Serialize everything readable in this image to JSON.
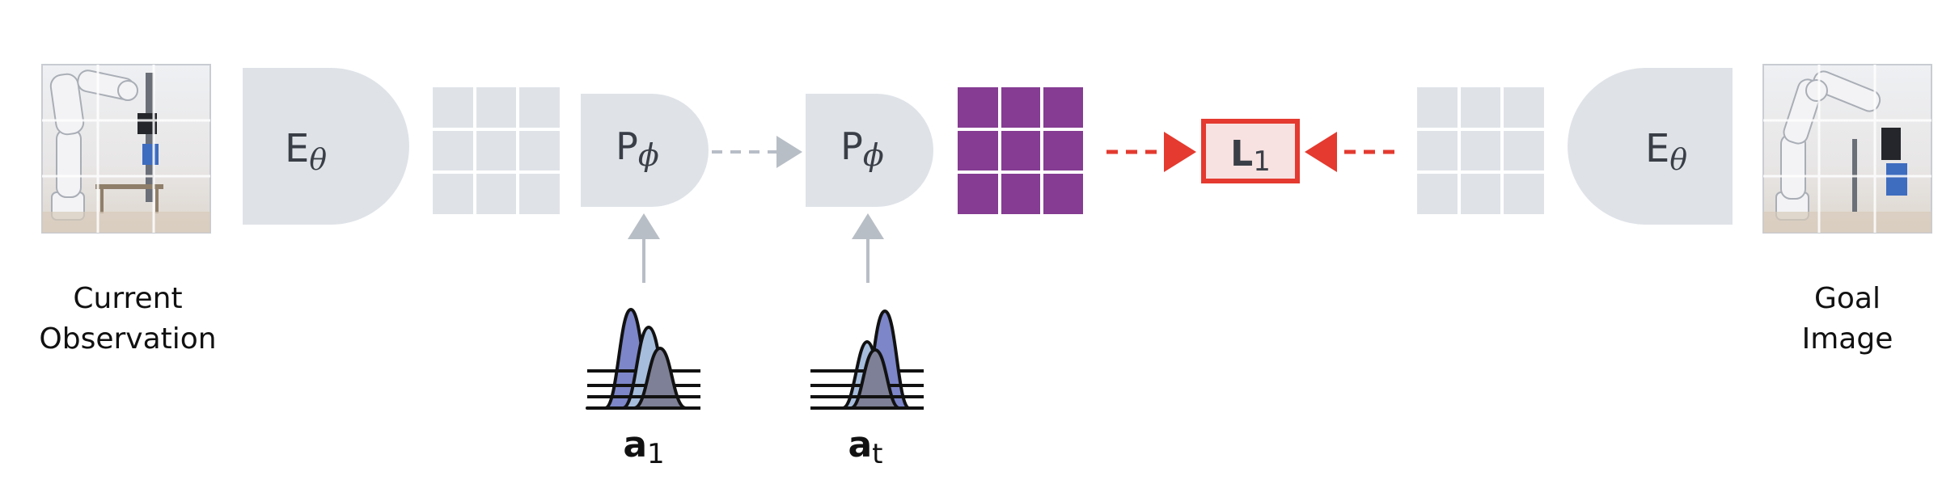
{
  "current_observation": {
    "line1": "Current",
    "line2": "Observation"
  },
  "goal_image": {
    "line1": "Goal",
    "line2": "Image"
  },
  "encoder_left": {
    "main": "E",
    "sub": "θ"
  },
  "encoder_right": {
    "main": "E",
    "sub": "θ"
  },
  "predictor_1": {
    "main": "P",
    "sub": "ϕ"
  },
  "predictor_t": {
    "main": "P",
    "sub": "ϕ"
  },
  "loss": {
    "main": "L",
    "sub": "1"
  },
  "action_1": {
    "main": "a",
    "sub": "1"
  },
  "action_t": {
    "main": "a",
    "sub": "t"
  },
  "colors": {
    "block": "#dfe3e8",
    "predicted_grid": "#853c92",
    "loss_border": "#e43a2f",
    "loss_fill": "#f8e2e1",
    "arrow_gray": "#b8bec6",
    "dist_colors": [
      "#7c86c8",
      "#a6bddc",
      "#7d8096"
    ]
  }
}
